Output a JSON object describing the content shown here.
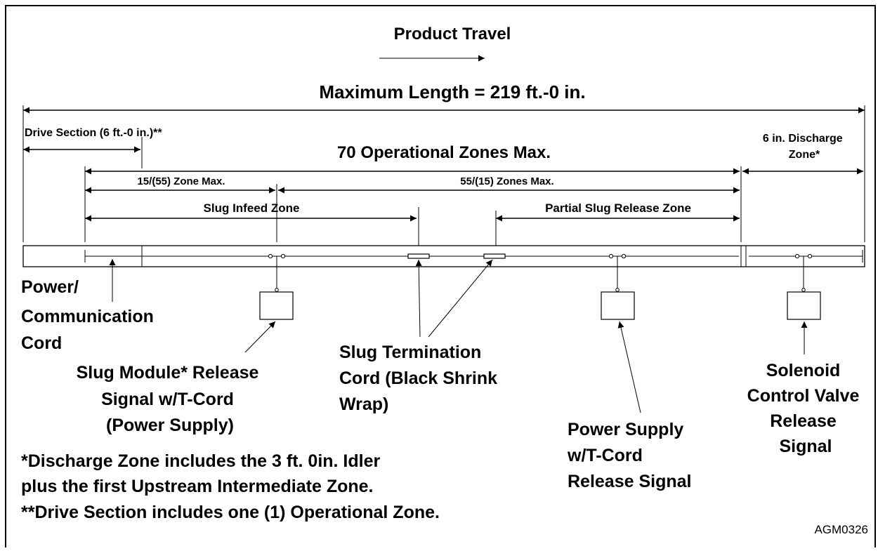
{
  "title": "Product Travel",
  "max_length": "Maximum Length = 219 ft.-0 in.",
  "drive_section": "Drive Section (6 ft.-0 in.)**",
  "operational_zones": "70 Operational Zones Max.",
  "discharge_zone": [
    "6 in. Discharge",
    "Zone*"
  ],
  "zone_max_left": "15/(55) Zone Max.",
  "zones_max_right": "55/(15) Zones Max.",
  "slug_infeed_zone": "Slug Infeed Zone",
  "partial_slug_release_zone": "Partial Slug Release Zone",
  "power_comm_cord": [
    "Power/",
    "Communication",
    "Cord"
  ],
  "slug_module": [
    "Slug Module* Release",
    "Signal w/T-Cord",
    "(Power Supply)"
  ],
  "slug_termination": [
    "Slug Termination",
    "Cord (Black Shrink",
    "Wrap)"
  ],
  "power_supply": [
    "Power Supply",
    "w/T-Cord",
    "Release Signal"
  ],
  "solenoid": [
    "Solenoid",
    "Control Valve",
    "Release",
    "Signal"
  ],
  "footnotes": [
    "*Discharge Zone includes the 3 ft. 0in. Idler",
    "plus the first Upstream Intermediate Zone.",
    "**Drive Section includes one (1) Operational Zone."
  ],
  "figure_id": "AGM0326"
}
